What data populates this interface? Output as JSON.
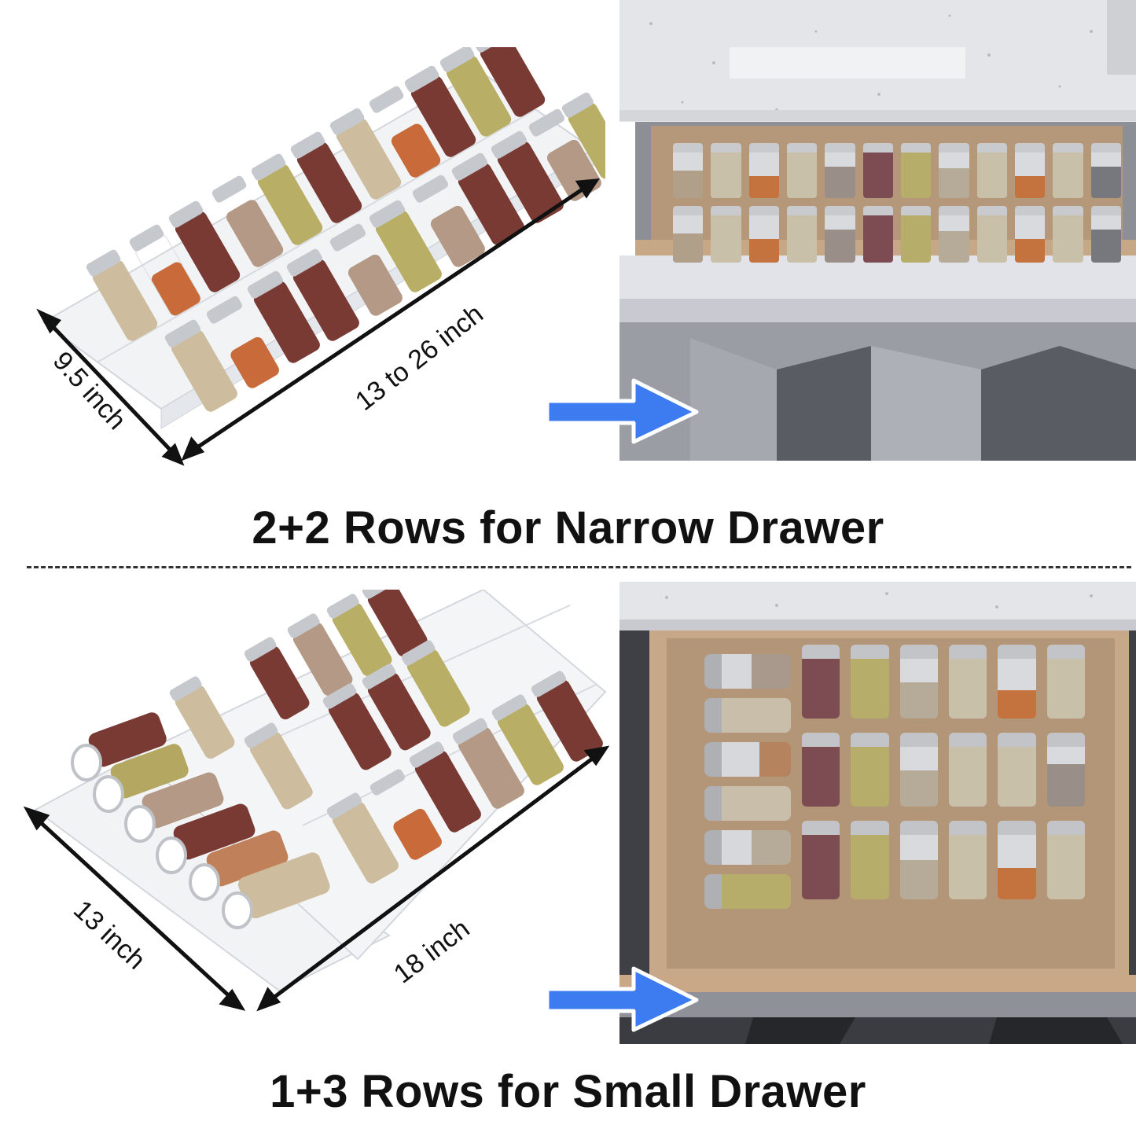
{
  "sections": [
    {
      "caption": "2+2 Rows for Narrow Drawer",
      "product": {
        "depth_label": "9.5 inch",
        "length_label": "13 to 26 inch"
      },
      "photo": {
        "description": "Narrow drawer with 2 rows of spice jars",
        "rows": 2,
        "jars_per_row": 12
      }
    },
    {
      "caption": "1+3 Rows for Small Drawer",
      "product": {
        "depth_label": "13 inch",
        "length_label": "18 inch"
      },
      "photo": {
        "description": "Small drawer with 1 side row of 6 lying jars and 3 rows of 6 standing jars",
        "side_row_jars": 6,
        "rows": 3,
        "jars_per_row": 6
      }
    }
  ],
  "colors": {
    "arrow": "#3d7bf0",
    "caption_text": "#111111",
    "counter": "#e3e3e6",
    "drawer_wood": "#c9ab8c",
    "cabinet": "#c7c8d0",
    "floor_light": "#9ea0a8",
    "floor_dark": "#55575e"
  }
}
